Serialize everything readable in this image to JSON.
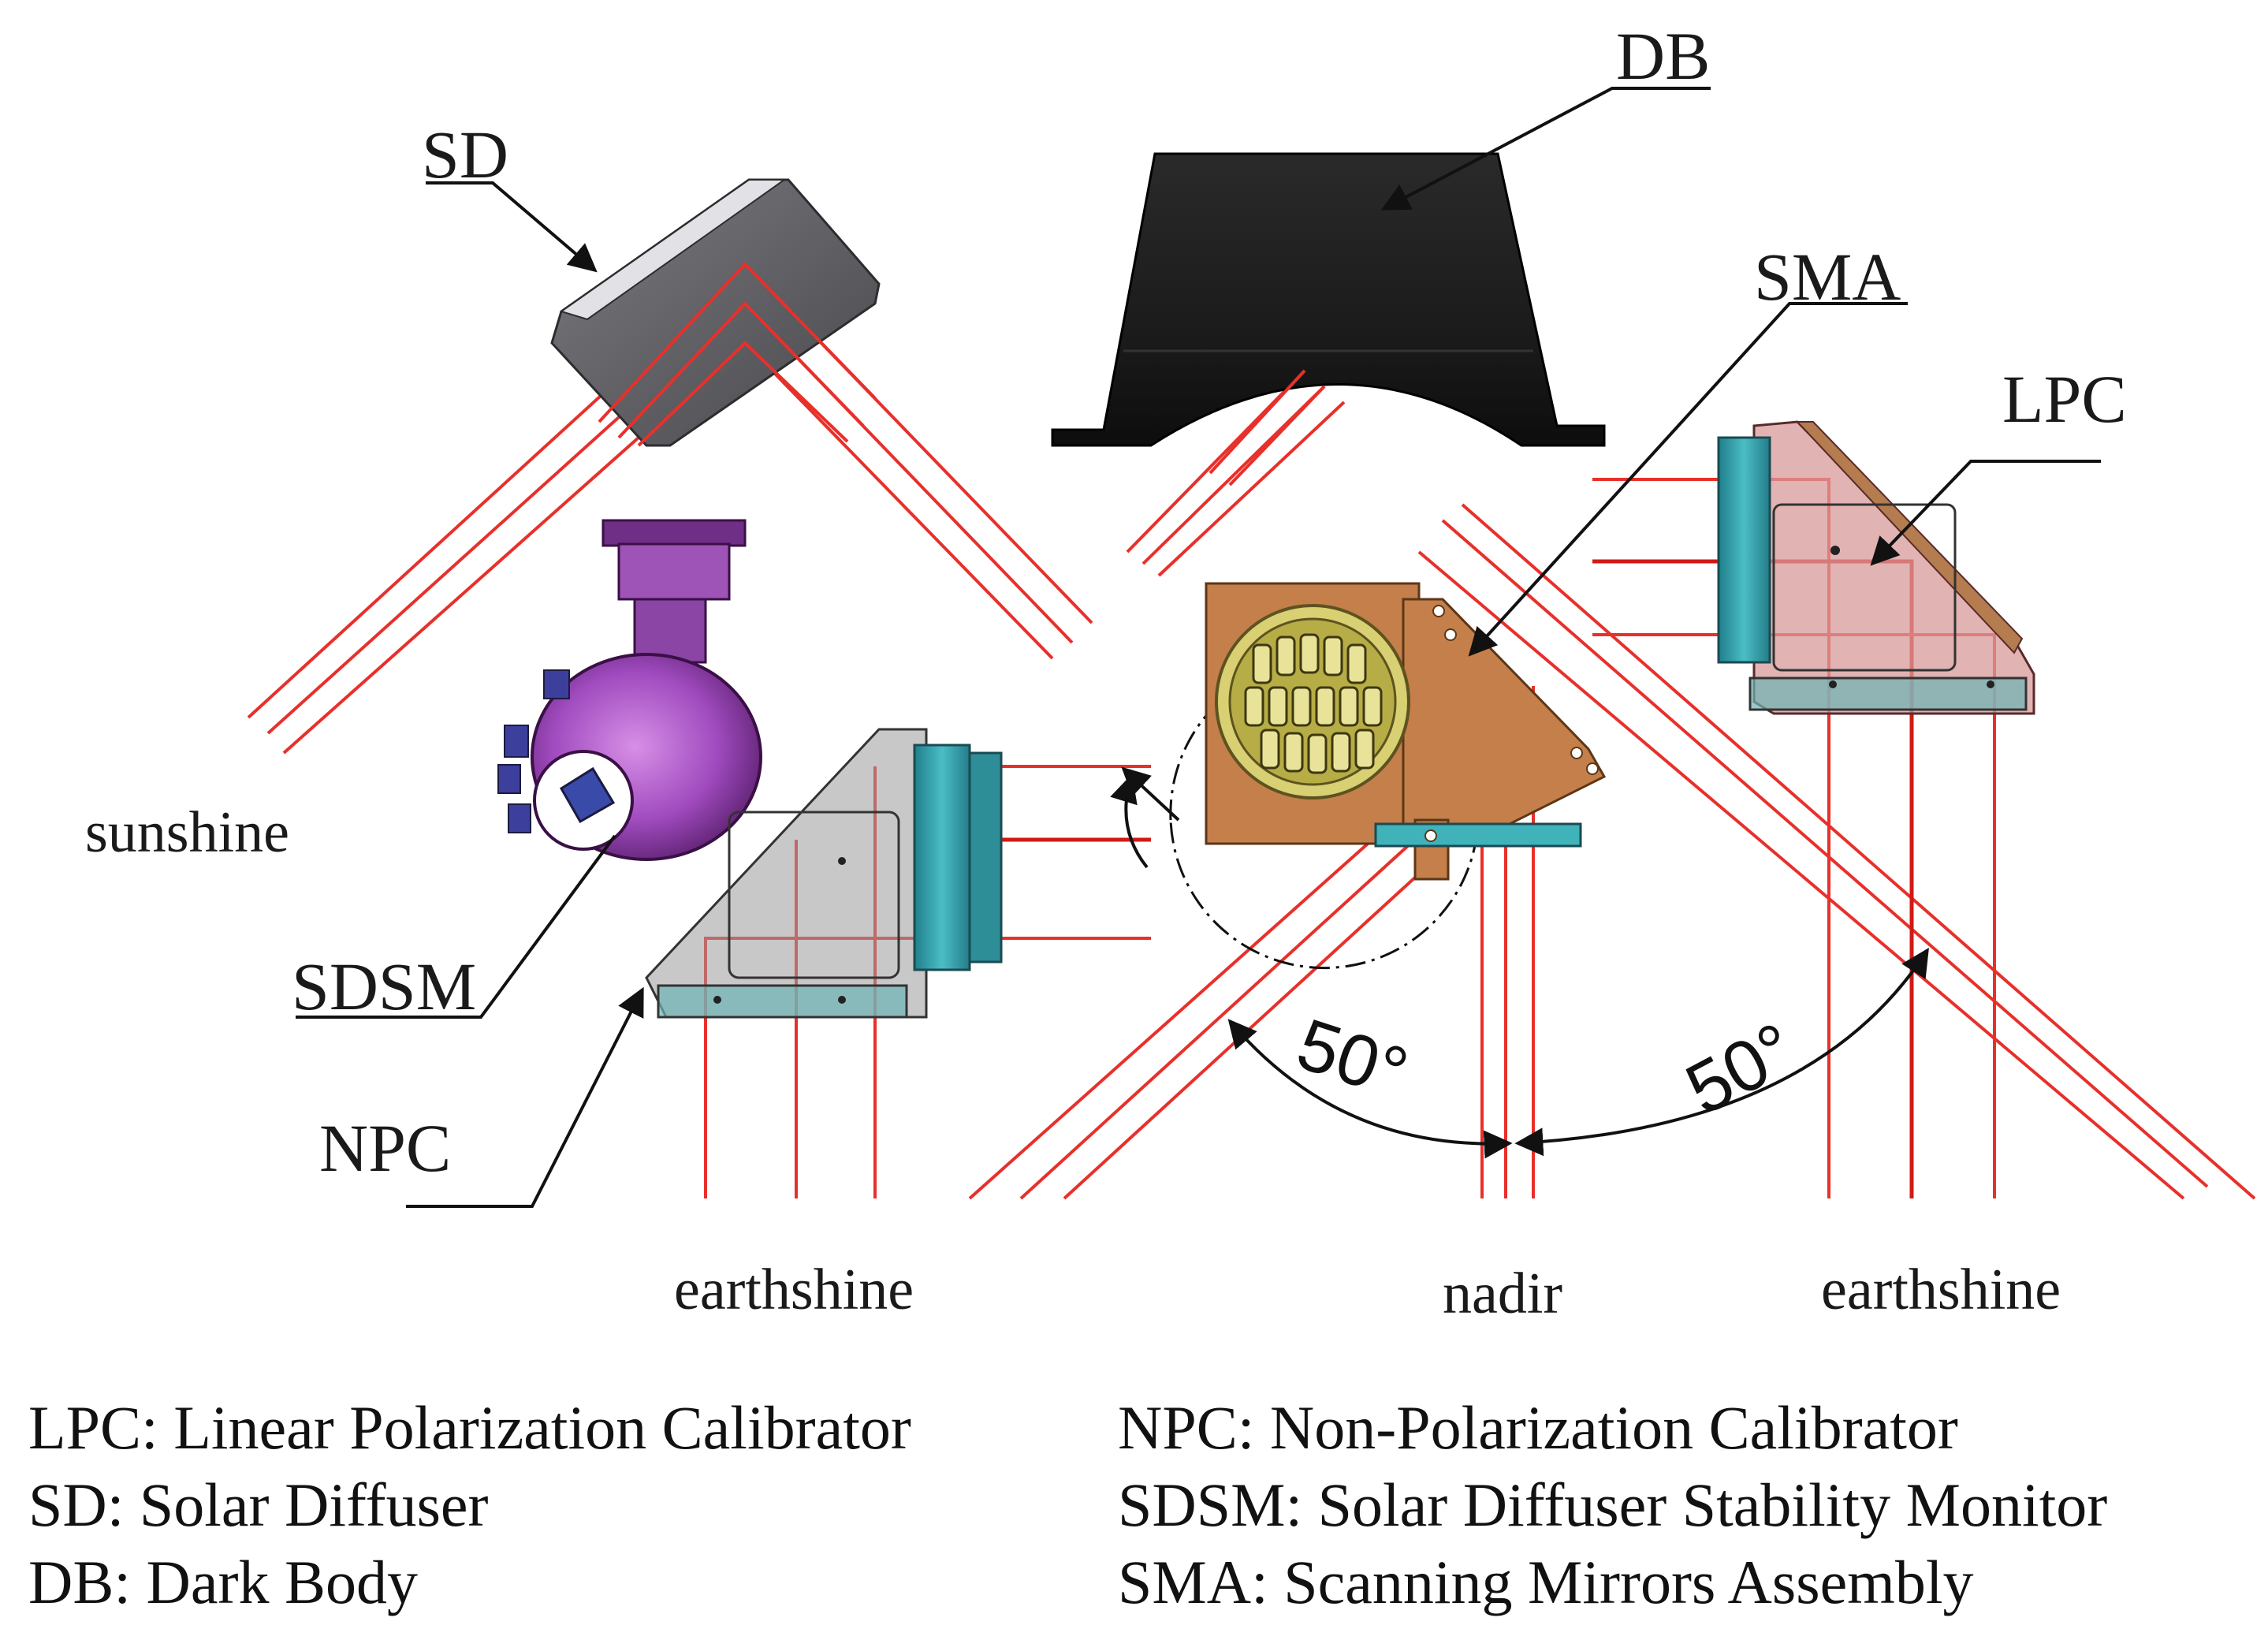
{
  "labels": {
    "sd": "SD",
    "db": "DB",
    "sma": "SMA",
    "lpc": "LPC",
    "npc": "NPC",
    "sdsm": "SDSM",
    "sunshine": "sunshine",
    "earthshine_left": "earthshine",
    "nadir": "nadir",
    "earthshine_right": "earthshine",
    "angle_left": "50°",
    "angle_right": "50°"
  },
  "legend": {
    "left": [
      "LPC: Linear Polarization Calibrator",
      "SD: Solar Diffuser",
      "DB: Dark Body"
    ],
    "right": [
      "NPC: Non-Polarization Calibrator",
      "SDSM: Solar Diffuser Stability Monitor",
      "SMA: Scanning Mirrors Assembly"
    ]
  },
  "colors": {
    "ray": "#e8302b",
    "solar_diffuser": "#5e5e62",
    "dark_body": "#1c1c1c",
    "sdsm": "#9b4bb8",
    "scan_mirror": "#c47f4a",
    "npc_body": "#8f8f8f",
    "lpc_body": "#d79a9a",
    "teal_part": "#3aa9b3"
  }
}
